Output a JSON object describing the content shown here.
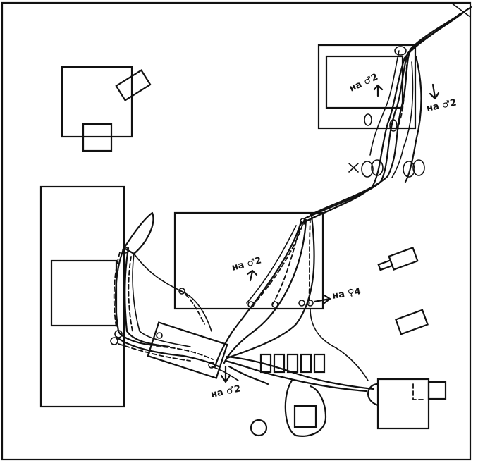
{
  "labels": {
    "top_inner": "на ♂2",
    "top_right": "на ♂2",
    "center": "на ♂2",
    "center_right": "на ♀4",
    "bottom": "на ♂2"
  }
}
